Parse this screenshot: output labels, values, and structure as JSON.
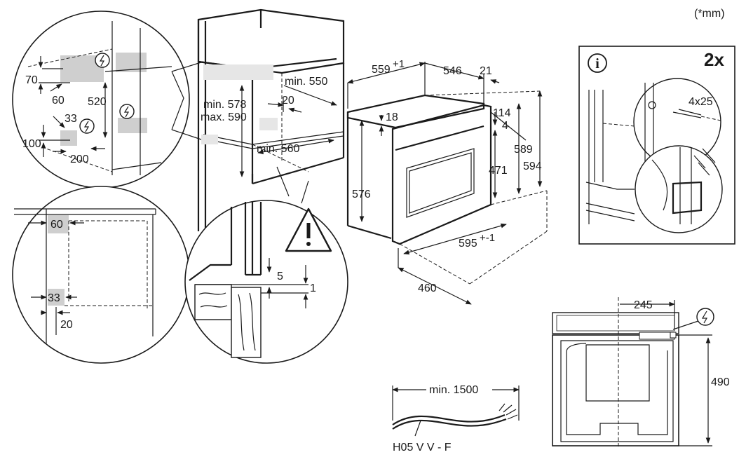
{
  "units": "(*mm)",
  "detail_top_left": {
    "dims": [
      "70",
      "60",
      "520",
      "33",
      "100",
      "200"
    ]
  },
  "detail_bottom_left": {
    "dims": [
      "60",
      "33",
      "20"
    ]
  },
  "cabinet": {
    "min_height_1": "min. 578",
    "max_height": "max. 590",
    "min_depth": "min. 550",
    "gap": "20",
    "min_width": "min. 560"
  },
  "detail_bottom_circle": {
    "dims": [
      "5",
      "1"
    ]
  },
  "oven": {
    "width": "559",
    "width_sup": "+1",
    "depth_546": "546",
    "d21": "21",
    "d18": "18",
    "d114": "114",
    "d4": "4",
    "d471": "471",
    "d589": "589",
    "d594": "594",
    "d576": "576",
    "front_width": "595",
    "front_width_sup": "+-1",
    "d460": "460"
  },
  "info_box": {
    "icon": "info-icon",
    "quantity": "2x",
    "screw": "4x25"
  },
  "front_view": {
    "d245": "245",
    "d490": "490"
  },
  "cable": {
    "min_length": "min. 1500",
    "type": "H05 V V - F"
  }
}
